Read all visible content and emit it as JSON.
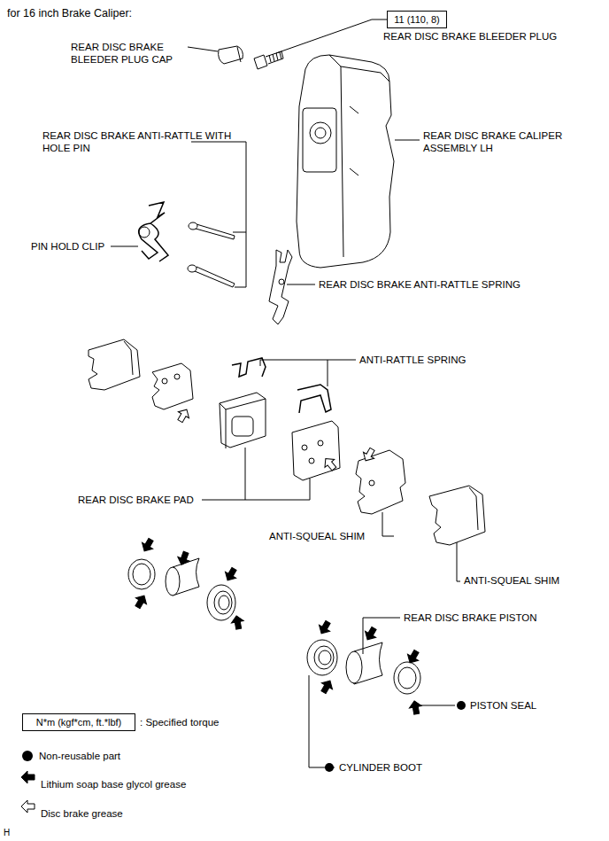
{
  "diagram": {
    "title": "for 16 inch Brake Caliper:",
    "nodes": [
      {
        "text": [
          "11 (110, 8)"
        ]
      },
      {
        "text": [
          "N*m (kgf*cm, ft.*lbf)"
        ]
      }
    ],
    "edges": [],
    "labels": [
      "REAR DISC BRAKE BLEEDER PLUG",
      "REAR DISC BRAKE BLEEDER PLUG CAP",
      "REAR DISC BRAKE CALIPER ASSEMBLY LH",
      "REAR DISC BRAKE ANTI-RATTLE WITH HOLE PIN",
      "PIN HOLD CLIP",
      "REAR DISC BRAKE ANTI-RATTLE SPRING",
      "ANTI-RATTLE SPRING",
      "REAR DISC BRAKE PAD",
      "ANTI-SQUEAL SHIM",
      "ANTI-SQUEAL SHIM",
      "REAR DISC BRAKE PISTON",
      "PISTON SEAL",
      "CYLINDER BOOT",
      "H"
    ],
    "legend": [
      {
        "text": ": Specified torque"
      },
      {
        "text": "Non-reusable part"
      },
      {
        "text": "Lithium soap base glycol grease"
      },
      {
        "text": "Disc brake grease"
      }
    ]
  }
}
